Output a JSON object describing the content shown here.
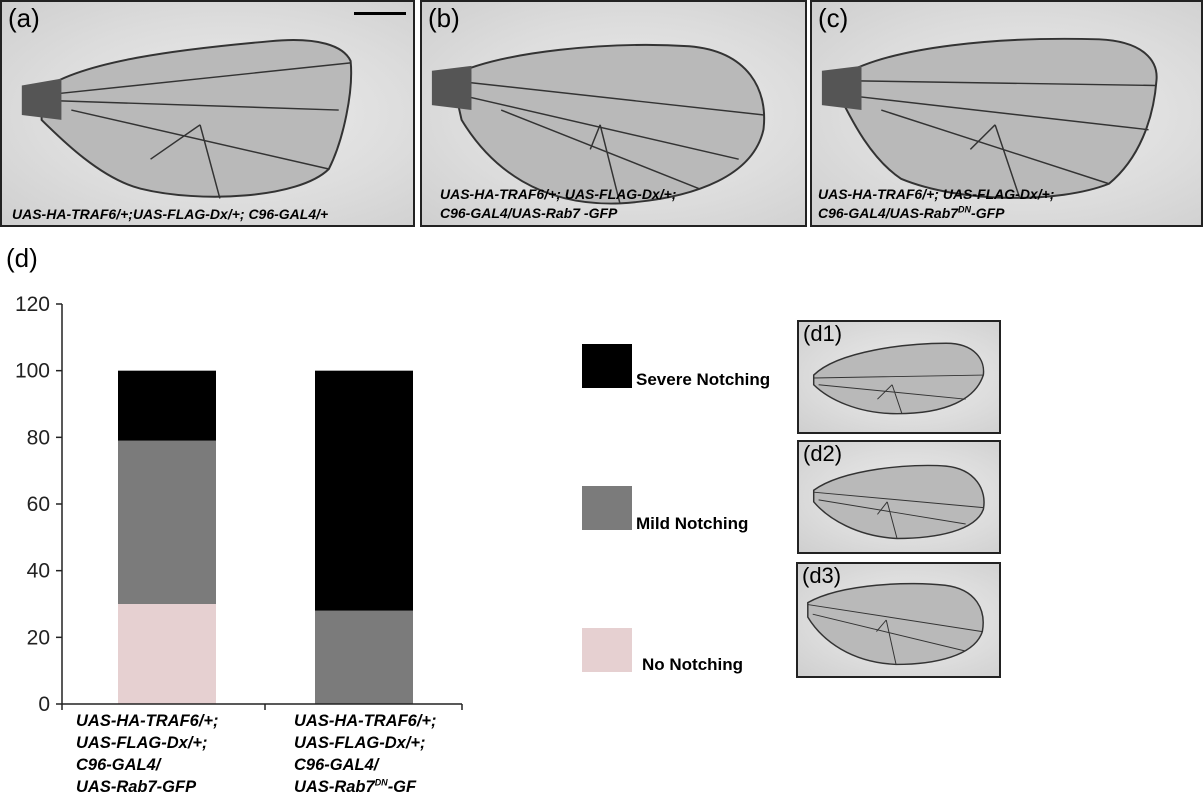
{
  "panels": [
    {
      "label": "(a)",
      "genotype_lines": [
        "UAS-HA-TRAF6/+;UAS-FLAG-Dx/+; C96-GAL4/+"
      ]
    },
    {
      "label": "(b)",
      "genotype_lines": [
        "UAS-HA-TRAF6/+; UAS-FLAG-Dx/+;",
        "C96-GAL4/UAS-Rab7 -GFP"
      ]
    },
    {
      "label": "(c)",
      "genotype_lines": [
        "UAS-HA-TRAF6/+; UAS-FLAG-Dx/+;",
        "C96-GAL4/UAS-Rab7",
        "DN",
        "-GFP"
      ]
    }
  ],
  "chart_label": "(d)",
  "chart_data": {
    "type": "bar",
    "stacked": true,
    "categories": [
      [
        "UAS-HA-TRAF6/+;",
        "UAS-FLAG-Dx/+;",
        "C96-GAL4/",
        "UAS-Rab7-GFP"
      ],
      [
        "UAS-HA-TRAF6/+;",
        "UAS-FLAG-Dx/+;",
        "C96-GAL4/",
        "UAS-Rab7",
        "DN",
        "-GF"
      ]
    ],
    "series": [
      {
        "name": "No Notching",
        "color": "#e6d0d1",
        "values": [
          30,
          0
        ]
      },
      {
        "name": "Mild Notching",
        "color": "#7b7b7b",
        "values": [
          49,
          28
        ]
      },
      {
        "name": "Severe Notching",
        "color": "#000000",
        "values": [
          21,
          72
        ]
      }
    ],
    "ylim": [
      0,
      120
    ],
    "yticks": [
      0,
      20,
      40,
      60,
      80,
      100,
      120
    ],
    "grid": false,
    "legend_position": "right"
  },
  "legend": [
    {
      "label": "Severe Notching",
      "color": "#000000"
    },
    {
      "label": "Mild Notching",
      "color": "#7b7b7b"
    },
    {
      "label": "No Notching",
      "color": "#e6d0d1"
    }
  ],
  "thumbnails": [
    {
      "label": "(d1)"
    },
    {
      "label": "(d2)"
    },
    {
      "label": "(d3)"
    }
  ]
}
